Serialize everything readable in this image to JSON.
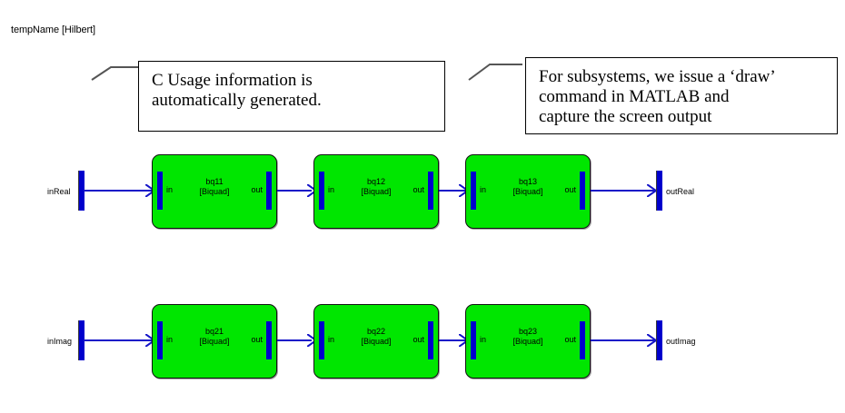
{
  "diagram": {
    "title": "tempName [Hilbert]",
    "colors": {
      "block_fill": "#00e600",
      "block_border": "#111111",
      "port_bar": "#0000cc",
      "wire": "#1414c8",
      "background": "#ffffff"
    }
  },
  "callouts": [
    {
      "id": "callout-c-usage",
      "lines": [
        "C Usage information is",
        "automatically generated."
      ]
    },
    {
      "id": "callout-subsystem-draw",
      "lines": [
        "For subsystems, we issue a ‘draw’",
        "command in MATLAB and",
        "capture the screen output"
      ]
    }
  ],
  "rows": [
    {
      "id": "row-real",
      "input_port": {
        "label": "inReal"
      },
      "output_port": {
        "label": "outReal"
      },
      "blocks": [
        {
          "name": "bq11",
          "type": "[Biquad]",
          "in_label": "in",
          "out_label": "out"
        },
        {
          "name": "bq12",
          "type": "[Biquad]",
          "in_label": "in",
          "out_label": "out"
        },
        {
          "name": "bq13",
          "type": "[Biquad]",
          "in_label": "in",
          "out_label": "out"
        }
      ]
    },
    {
      "id": "row-imag",
      "input_port": {
        "label": "inImag"
      },
      "output_port": {
        "label": "outImag"
      },
      "blocks": [
        {
          "name": "bq21",
          "type": "[Biquad]",
          "in_label": "in",
          "out_label": "out"
        },
        {
          "name": "bq22",
          "type": "[Biquad]",
          "in_label": "in",
          "out_label": "out"
        },
        {
          "name": "bq23",
          "type": "[Biquad]",
          "in_label": "in",
          "out_label": "out"
        }
      ]
    }
  ]
}
